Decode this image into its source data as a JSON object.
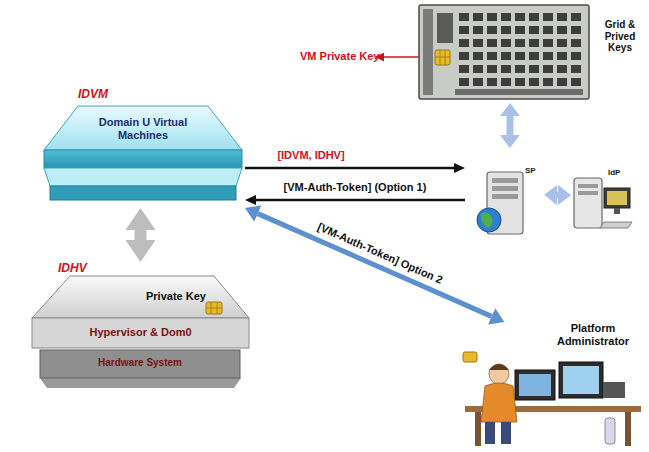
{
  "diagram": {
    "nodes": [
      {
        "text": [
          "IDVM",
          "Domain U Virtual Machines"
        ]
      },
      {
        "text": [
          "IDHV",
          "Private Key",
          "Hypervisor & Dom0"
        ]
      },
      {
        "text": [
          "Hardware System"
        ],
        "in": 1
      },
      {
        "text": [
          "Grid & Prived Keys"
        ]
      },
      {
        "text": [
          "SP"
        ]
      },
      {
        "text": [
          "IdP"
        ]
      },
      {
        "text": [
          "Platform Administrator"
        ]
      }
    ],
    "edges": [
      {
        "from": 0,
        "to": 4,
        "label": "[IDVM, IDHV]",
        "arrow": "to"
      },
      {
        "from": 4,
        "to": 0,
        "label": "[VM-Auth-Token] (Option 1)",
        "arrow": "to"
      },
      {
        "from": 0,
        "to": 1,
        "arrow": "both"
      },
      {
        "from": 3,
        "to": 4,
        "arrow": "both"
      },
      {
        "from": 4,
        "to": 5,
        "arrow": "both"
      },
      {
        "from": 6,
        "to": 0,
        "label": "[VM-Auth-Token] Option 2",
        "arrow": "both"
      }
    ],
    "labels": [
      "VM Private Key"
    ]
  }
}
